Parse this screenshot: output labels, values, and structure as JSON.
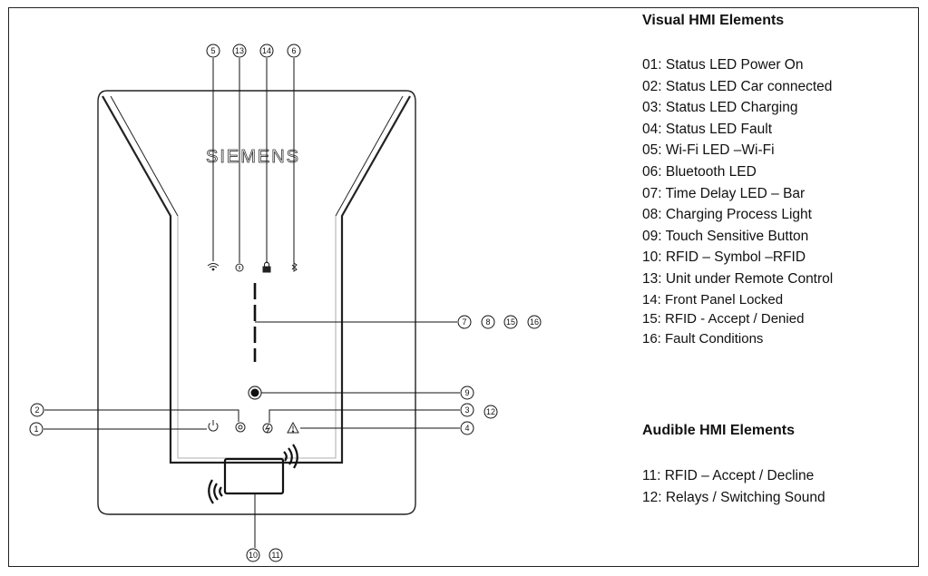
{
  "diagram": {
    "brand": "SIEMENS",
    "callouts": {
      "c5": "5",
      "c13": "13",
      "c14": "14",
      "c6": "6",
      "c7": "7",
      "c8": "8",
      "c15": "15",
      "c16": "16",
      "c9": "9",
      "c2": "2",
      "c1": "1",
      "c3": "3",
      "c12": "12",
      "c4": "4",
      "c10": "10",
      "c11": "11"
    }
  },
  "visual": {
    "title": "Visual HMI Elements",
    "items": [
      "01: Status LED Power On",
      "02: Status LED Car connected",
      "03: Status LED Charging",
      "04: Status LED Fault",
      "05: Wi-Fi LED –Wi-Fi",
      "06: Bluetooth LED",
      "07: Time Delay LED – Bar",
      "08: Charging Process Light",
      "09: Touch Sensitive Button",
      "10: RFID – Symbol –RFID",
      "13: Unit under Remote Control",
      "14:  Front Panel Locked",
      "15:  RFID - Accept / Denied",
      "16:  Fault Conditions"
    ]
  },
  "audible": {
    "title": "Audible HMI Elements",
    "items": [
      "11: RFID – Accept / Decline",
      "12: Relays / Switching Sound"
    ]
  }
}
